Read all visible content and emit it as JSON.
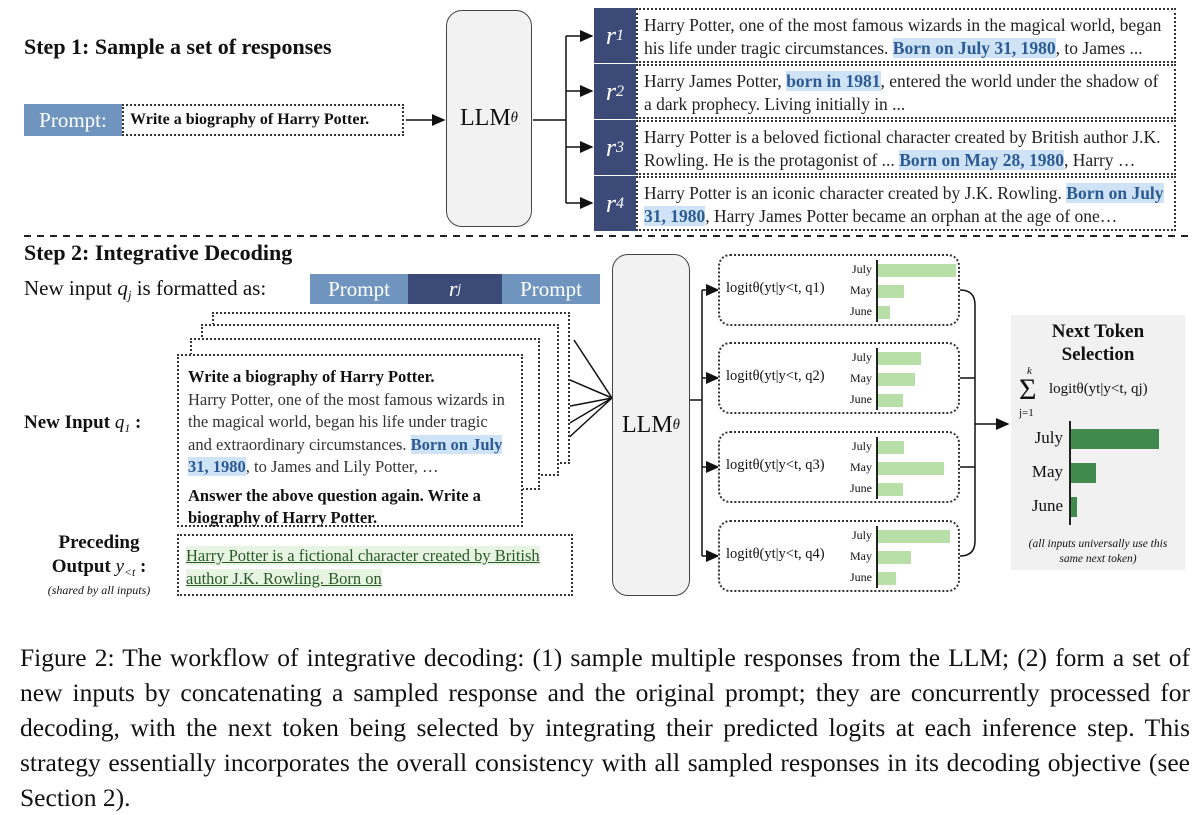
{
  "step1": {
    "title": "Step 1: Sample a set of responses",
    "prompt_tag": "Prompt:",
    "prompt_text": "Write a biography of Harry Potter.",
    "llm_label": "LLM",
    "llm_sub": "θ"
  },
  "responses": [
    {
      "label": "r",
      "sub": "1",
      "segments": [
        {
          "text": "Harry Potter, one of the most famous wizards in the magical world, began his life under tragic circumstances. ",
          "hl": false
        },
        {
          "text": "Born on July 31, 1980",
          "hl": true
        },
        {
          "text": ", to James ...",
          "hl": false
        }
      ]
    },
    {
      "label": "r",
      "sub": "2",
      "segments": [
        {
          "text": "Harry James Potter, ",
          "hl": false
        },
        {
          "text": "born in 1981",
          "hl": true
        },
        {
          "text": ", entered the world under the shadow of a dark prophecy. Living initially in ...",
          "hl": false
        }
      ]
    },
    {
      "label": "r",
      "sub": "3",
      "segments": [
        {
          "text": "Harry Potter is a beloved fictional character created by British author J.K. Rowling. He is the protagonist of ... ",
          "hl": false
        },
        {
          "text": "Born on May 28, 1980",
          "hl": true
        },
        {
          "text": ", Harry …",
          "hl": false
        }
      ]
    },
    {
      "label": "r",
      "sub": "4",
      "segments": [
        {
          "text": "Harry Potter is an iconic character created by J.K. Rowling. ",
          "hl": false
        },
        {
          "text": "Born on July 31, 1980",
          "hl": true
        },
        {
          "text": ", Harry James Potter became an orphan at the age of one…",
          "hl": false
        }
      ]
    }
  ],
  "step2": {
    "title": "Step 2:  Integrative Decoding",
    "format_label": "New input",
    "format_var": "q",
    "format_var_sub": "j",
    "format_suffix": "is formatted as:",
    "format_prompt1": "Prompt",
    "format_r": "r",
    "format_r_sub": "j",
    "format_prompt2": "Prompt",
    "new_input_label": "New Input",
    "new_input_var": "q",
    "new_input_var_sub": "1",
    "new_input_colon": ":",
    "input_q": "Write a biography of Harry Potter.",
    "input_resp_segments": [
      {
        "text": "Harry Potter, one of the most famous wizards in the magical world, began his life under tragic and extraordinary circumstances. ",
        "hl": false
      },
      {
        "text": "Born on July 31, 1980",
        "hl": true
      },
      {
        "text": ", to James and Lily Potter, …",
        "hl": false
      }
    ],
    "input_again": "Answer the above question again. Write a biography of Harry Potter.",
    "preceding_label1": "Preceding",
    "preceding_label2": "Output",
    "preceding_var": "y",
    "preceding_var_sub": "<t",
    "preceding_colon": ":",
    "preceding_note": "(shared by all inputs)",
    "preceding_text": "Harry Potter is a fictional character created by British author J.K. Rowling. Born on",
    "llm_label": "LLM",
    "llm_sub": "θ"
  },
  "logit_panels": [
    {
      "label": "logitθ(yt|y<t, q1)",
      "values": [
        {
          "token": "July",
          "value": 0.95
        },
        {
          "token": "May",
          "value": 0.32
        },
        {
          "token": "June",
          "value": 0.15
        }
      ]
    },
    {
      "label": "logitθ(yt|y<t, q2)",
      "values": [
        {
          "token": "July",
          "value": 0.52
        },
        {
          "token": "May",
          "value": 0.45
        },
        {
          "token": "June",
          "value": 0.3
        }
      ]
    },
    {
      "label": "logitθ(yt|y<t, q3)",
      "values": [
        {
          "token": "July",
          "value": 0.32
        },
        {
          "token": "May",
          "value": 0.8
        },
        {
          "token": "June",
          "value": 0.3
        }
      ]
    },
    {
      "label": "logitθ(yt|y<t, q4)",
      "values": [
        {
          "token": "July",
          "value": 0.88
        },
        {
          "token": "May",
          "value": 0.4
        },
        {
          "token": "June",
          "value": 0.22
        }
      ]
    }
  ],
  "next_token": {
    "title1": "Next Token",
    "title2": "Selection",
    "sum_sup": "k",
    "sum_sub": "j=1",
    "sum_expr": "logitθ(yt|y<t, qj)",
    "note1": "(all inputs universally use this",
    "note2": "same next token)",
    "values": [
      {
        "token": "July",
        "value": 1.0
      },
      {
        "token": "May",
        "value": 0.28
      },
      {
        "token": "June",
        "value": 0.07
      }
    ]
  },
  "caption": "Figure 2:  The workflow of integrative decoding: (1) sample multiple responses from the LLM; (2) form a set of new inputs by concatenating a sampled response and the original prompt; they are concurrently processed for decoding, with the next token being selected by integrating their predicted logits at each inference step. This strategy essentially incorporates the overall consistency with all sampled responses in its decoding objective (see Section 2).",
  "colors": {
    "prompt_blue": "#6f95bf",
    "r_navy": "#3c4a78",
    "highlight_bg": "#cfe3f6",
    "highlight_text": "#2c5a93",
    "logit_bar": "#b9dfa9",
    "next_bar": "#3f8a4c",
    "preceding_bg": "#e6f4e1"
  }
}
